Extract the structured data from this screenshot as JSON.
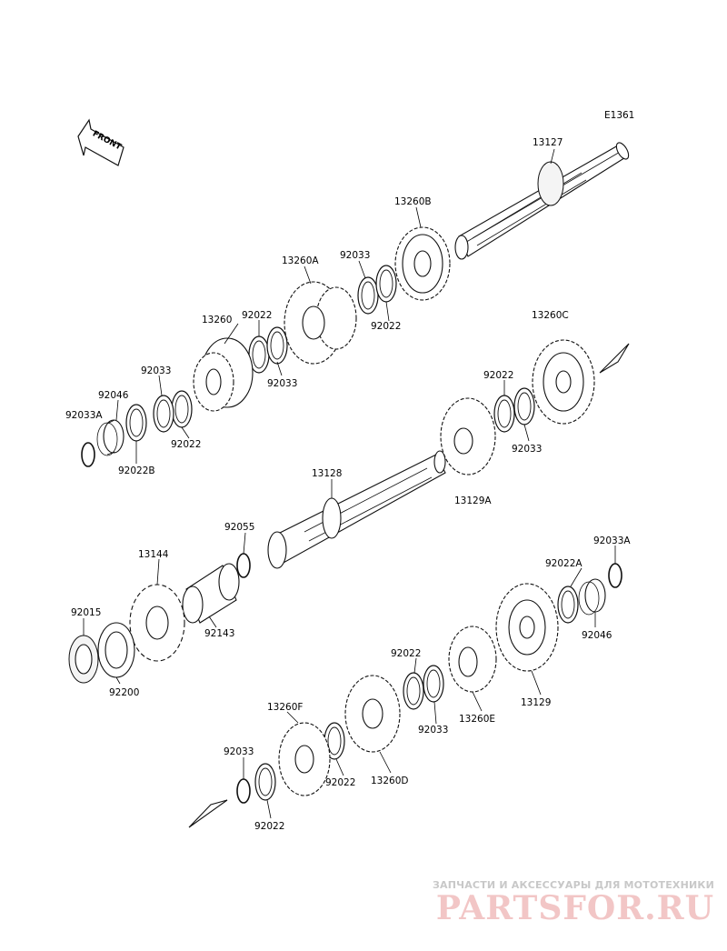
{
  "diagram_code": "E1361",
  "front_label": "FRONT",
  "labels": {
    "l_13127": "13127",
    "l_13260B": "13260B",
    "l_92033_top": "92033",
    "l_13260A": "13260A",
    "l_13260": "13260",
    "l_92022_a": "92022",
    "l_92022_b": "92022",
    "l_92033_mid": "92033",
    "l_13260C": "13260C",
    "l_92033_left": "92033",
    "l_92046_left": "92046",
    "l_92033A_left": "92033A",
    "l_92022_left": "92022",
    "l_92022B": "92022B",
    "l_92022_c": "92022",
    "l_92033_c": "92033",
    "l_13128": "13128",
    "l_13129A": "13129A",
    "l_92055": "92055",
    "l_13144": "13144",
    "l_92143": "92143",
    "l_92015": "92015",
    "l_92200": "92200",
    "l_92033A_right": "92033A",
    "l_92022A": "92022A",
    "l_92046_right": "92046",
    "l_92022_d": "92022",
    "l_92033_d": "92033",
    "l_13260E": "13260E",
    "l_13129": "13129",
    "l_13260F": "13260F",
    "l_92022_e": "92022",
    "l_13260D": "13260D",
    "l_92033_e": "92033",
    "l_92022_f": "92022"
  },
  "watermark": {
    "tagline": "ЗАПЧАСТИ И АКСЕССУАРЫ ДЛЯ МОТОТЕХНИКИ",
    "logo": "PARTSFOR.RU"
  }
}
